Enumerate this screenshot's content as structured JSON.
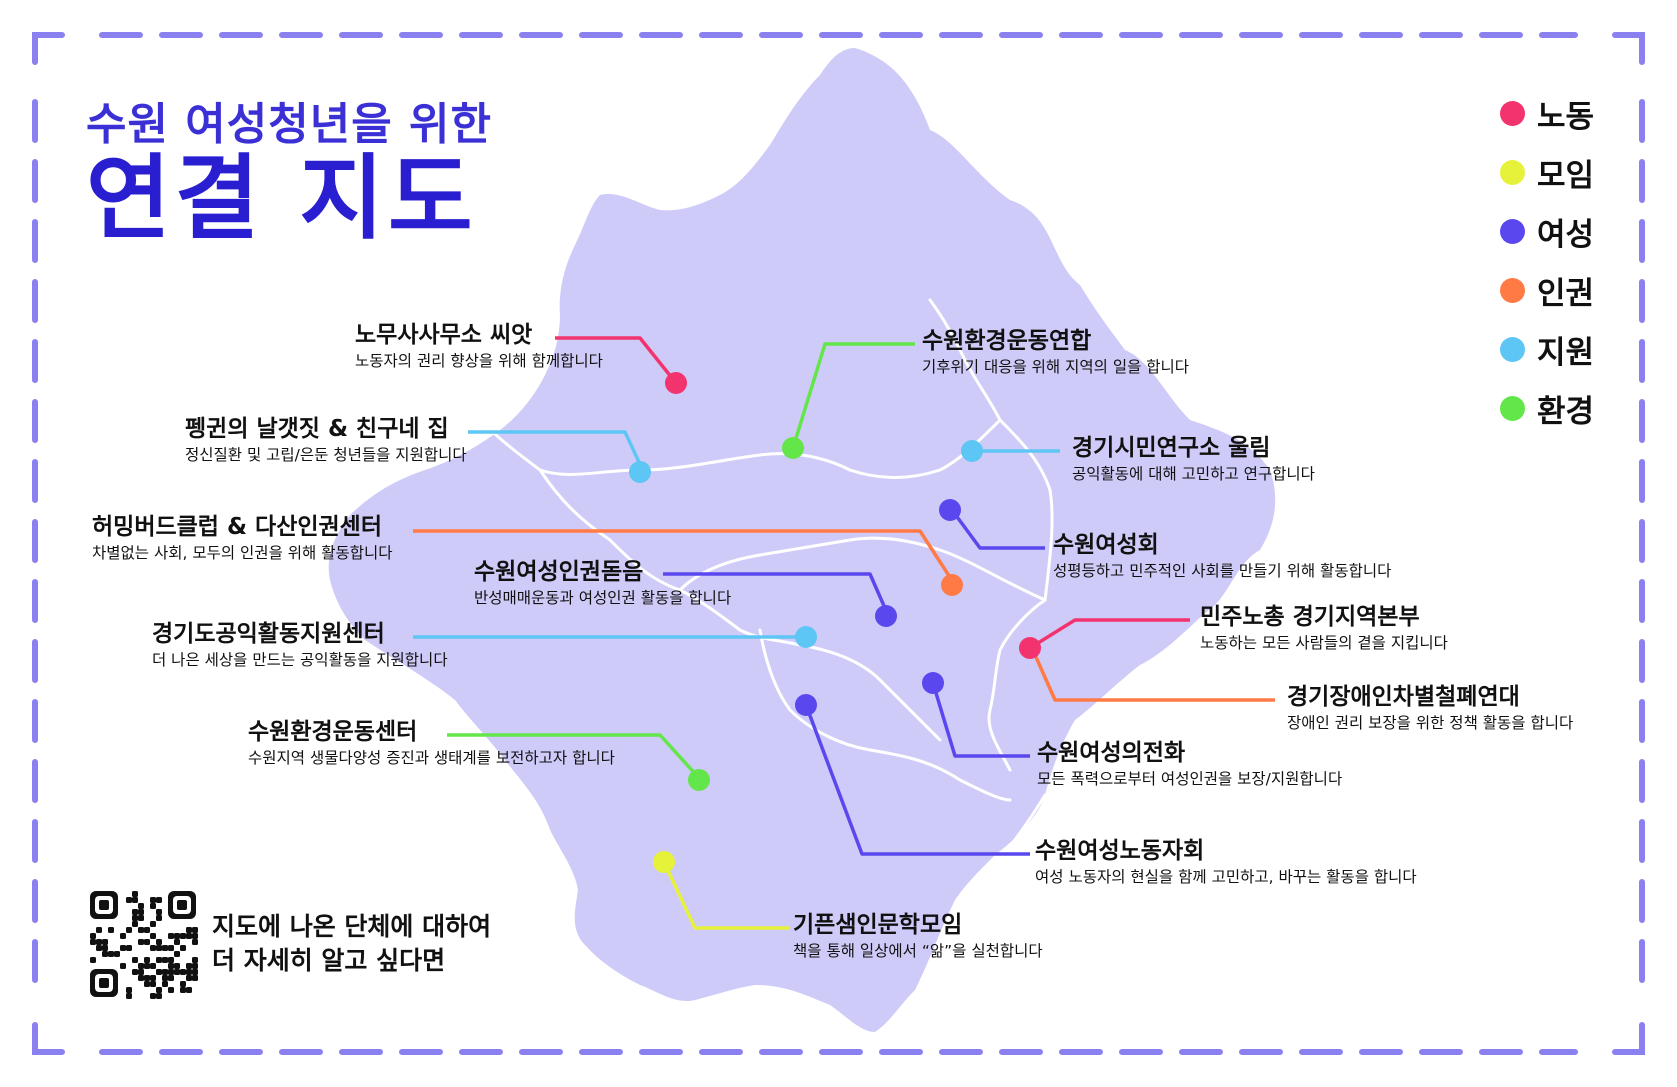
{
  "title": {
    "line1": "수원 여성청년을 위한",
    "line2": "연결 지도"
  },
  "colors": {
    "border": "#8a80f0",
    "map_fill": "#cfcbf8",
    "roads": "#ffffff",
    "title": "#2a1fd0"
  },
  "legend": [
    {
      "label": "노동",
      "color": "#f2336e"
    },
    {
      "label": "모임",
      "color": "#e6f23a"
    },
    {
      "label": "여성",
      "color": "#5a48ee"
    },
    {
      "label": "인권",
      "color": "#ff7a45"
    },
    {
      "label": "지원",
      "color": "#5ec6f5"
    },
    {
      "label": "환경",
      "color": "#62e64a"
    }
  ],
  "organizations": [
    {
      "name": "노무사사무소 씨앗",
      "desc": "노동자의 권리 향상을 위해 함께합니다",
      "category": "노동"
    },
    {
      "name": "펭귄의 날갯짓 & 친구네 집",
      "desc": "정신질환 및 고립/은둔 청년들을 지원합니다",
      "category": "지원"
    },
    {
      "name": "허밍버드클럽 & 다산인권센터",
      "desc": "차별없는 사회, 모두의 인권을 위해 활동합니다",
      "category": "인권"
    },
    {
      "name": "수원여성인권돋음",
      "desc": "반성매매운동과 여성인권 활동을 합니다",
      "category": "여성"
    },
    {
      "name": "경기도공익활동지원센터",
      "desc": "더 나은 세상을 만드는 공익활동을 지원합니다",
      "category": "지원"
    },
    {
      "name": "수원환경운동센터",
      "desc": "수원지역 생물다양성 증진과 생태계를 보전하고자 합니다",
      "category": "환경"
    },
    {
      "name": "수원환경운동연합",
      "desc": "기후위기 대응을 위해 지역의 일을 합니다",
      "category": "환경"
    },
    {
      "name": "경기시민연구소 울림",
      "desc": "공익활동에 대해 고민하고 연구합니다",
      "category": "지원"
    },
    {
      "name": "수원여성회",
      "desc": "성평등하고 민주적인 사회를 만들기 위해 활동합니다",
      "category": "여성"
    },
    {
      "name": "민주노총 경기지역본부",
      "desc": "노동하는 모든 사람들의 곁을 지킵니다",
      "category": "노동"
    },
    {
      "name": "경기장애인차별철폐연대",
      "desc": "장애인 권리 보장을 위한 정책 활동을 합니다",
      "category": "인권"
    },
    {
      "name": "수원여성의전화",
      "desc": "모든 폭력으로부터 여성인권을 보장/지원합니다",
      "category": "여성"
    },
    {
      "name": "수원여성노동자회",
      "desc": "여성 노동자의 현실을 함께 고민하고, 바꾸는 활동을 합니다",
      "category": "여성"
    },
    {
      "name": "기픈샘인문학모임",
      "desc": "책을 통해 일상에서 “앎”을 실천합니다",
      "category": "모임"
    }
  ],
  "footer": {
    "line1": "지도에 나온 단체에 대하여",
    "line2": "더 자세히 알고 싶다면"
  }
}
